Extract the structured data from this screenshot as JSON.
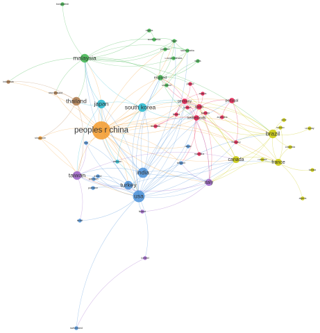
{
  "clusters": {
    "green": "#3cb44b",
    "red": "#e6194b",
    "yellow": "#c8c800",
    "blue": "#4a90d9",
    "cyan": "#22b8cf",
    "purple": "#9c5fc9",
    "orange": "#f39a2b",
    "brown": "#b07a4a"
  },
  "nodes": [
    {
      "id": "peoples-r-china",
      "label": "peoples r china",
      "cluster": "orange",
      "weight": 10
    },
    {
      "id": "usa",
      "label": "usa",
      "cluster": "blue",
      "weight": 6
    },
    {
      "id": "india",
      "label": "india",
      "cluster": "blue",
      "weight": 5
    },
    {
      "id": "turkey",
      "label": "turkey",
      "cluster": "blue",
      "weight": 4
    },
    {
      "id": "south-korea",
      "label": "south korea",
      "cluster": "cyan",
      "weight": 4
    },
    {
      "id": "japan",
      "label": "japan",
      "cluster": "cyan",
      "weight": 4
    },
    {
      "id": "malaysia",
      "label": "malaysia",
      "cluster": "green",
      "weight": 4
    },
    {
      "id": "thailand",
      "label": "thailand",
      "cluster": "brown",
      "weight": 4
    },
    {
      "id": "taiwan",
      "label": "taiwan",
      "cluster": "purple",
      "weight": 4
    },
    {
      "id": "brazil",
      "label": "brazil",
      "cluster": "yellow",
      "weight": 4
    },
    {
      "id": "canada",
      "label": "canada",
      "cluster": "yellow",
      "weight": 3
    },
    {
      "id": "france",
      "label": "france",
      "cluster": "yellow",
      "weight": 3
    },
    {
      "id": "italy",
      "label": "italy",
      "cluster": "purple",
      "weight": 3
    },
    {
      "id": "spain",
      "label": "spain",
      "cluster": "red",
      "weight": 2
    },
    {
      "id": "germany",
      "label": "germany",
      "cluster": "red",
      "weight": 2
    },
    {
      "id": "england",
      "label": "england",
      "cluster": "green",
      "weight": 2
    },
    {
      "id": "netherlands",
      "label": "netherlands",
      "cluster": "red",
      "weight": 2
    },
    {
      "id": "portugal",
      "label": "portugal",
      "cluster": "red",
      "weight": 2
    },
    {
      "id": "hungary",
      "label": "hungary",
      "cluster": "red",
      "weight": 1
    },
    {
      "id": "greece",
      "label": "greece",
      "cluster": "red",
      "weight": 1
    },
    {
      "id": "denmark",
      "label": "denmark",
      "cluster": "red",
      "weight": 1
    },
    {
      "id": "poland",
      "label": "poland",
      "cluster": "red",
      "weight": 1
    },
    {
      "id": "austria",
      "label": "austria",
      "cluster": "red",
      "weight": 1
    },
    {
      "id": "finland",
      "label": "finland",
      "cluster": "red",
      "weight": 1
    },
    {
      "id": "argentina",
      "label": "argentina",
      "cluster": "red",
      "weight": 1
    },
    {
      "id": "sweden",
      "label": "sweden",
      "cluster": "red",
      "weight": 1
    },
    {
      "id": "mauritius",
      "label": "mauritius",
      "cluster": "red",
      "weight": 1
    },
    {
      "id": "nepal",
      "label": "nepal",
      "cluster": "blue",
      "weight": 1
    },
    {
      "id": "belgium",
      "label": "belgium",
      "cluster": "blue",
      "weight": 1
    },
    {
      "id": "finland-2",
      "label": "finland",
      "cluster": "purple",
      "weight": 1
    },
    {
      "id": "iran",
      "label": "iran",
      "cluster": "blue",
      "weight": 1
    },
    {
      "id": "vietnam",
      "label": "vietnam",
      "cluster": "cyan",
      "weight": 1
    },
    {
      "id": "ireland",
      "label": "ireland",
      "cluster": "blue",
      "weight": 1
    },
    {
      "id": "pakistan",
      "label": "pakistan",
      "cluster": "blue",
      "weight": 1
    },
    {
      "id": "palestine",
      "label": "palestine",
      "cluster": "blue",
      "weight": 1
    },
    {
      "id": "israel",
      "label": "israel",
      "cluster": "blue",
      "weight": 1
    },
    {
      "id": "iceland",
      "label": "iceland",
      "cluster": "purple",
      "weight": 1
    },
    {
      "id": "switzerland",
      "label": "switzerland",
      "cluster": "blue",
      "weight": 1
    },
    {
      "id": "singapore",
      "label": "singapore",
      "cluster": "orange",
      "weight": 1
    },
    {
      "id": "new-zealand",
      "label": "new zealand",
      "cluster": "brown",
      "weight": 1
    },
    {
      "id": "indonesia",
      "label": "indonesia",
      "cluster": "brown",
      "weight": 1
    },
    {
      "id": "bangladesh",
      "label": "bangladesh",
      "cluster": "green",
      "weight": 1
    },
    {
      "id": "nigeria",
      "label": "nigeria",
      "cluster": "green",
      "weight": 1
    },
    {
      "id": "south-africa",
      "label": "south africa",
      "cluster": "green",
      "weight": 1
    },
    {
      "id": "egypt",
      "label": "egypt",
      "cluster": "green",
      "weight": 1
    },
    {
      "id": "pakistan-2",
      "label": "pakistan",
      "cluster": "green",
      "weight": 1
    },
    {
      "id": "saudi-arabia",
      "label": "saudi arabia",
      "cluster": "green",
      "weight": 1
    },
    {
      "id": "u-arab-emirates",
      "label": "u arab emirates",
      "cluster": "green",
      "weight": 1
    },
    {
      "id": "wales",
      "label": "wales",
      "cluster": "green",
      "weight": 1
    },
    {
      "id": "scotland",
      "label": "scotland",
      "cluster": "green",
      "weight": 1
    },
    {
      "id": "chile",
      "label": "chile",
      "cluster": "yellow",
      "weight": 1
    },
    {
      "id": "uruguay",
      "label": "uruguay",
      "cluster": "yellow",
      "weight": 1
    },
    {
      "id": "mexico",
      "label": "mexico",
      "cluster": "yellow",
      "weight": 1
    },
    {
      "id": "colombia",
      "label": "colombia",
      "cluster": "yellow",
      "weight": 1
    },
    {
      "id": "romania",
      "label": "romania",
      "cluster": "yellow",
      "weight": 1
    },
    {
      "id": "tunisia",
      "label": "tunisia",
      "cluster": "yellow",
      "weight": 1
    },
    {
      "id": "algeria",
      "label": "algeria",
      "cluster": "yellow",
      "weight": 1
    }
  ],
  "edges": [
    [
      "peoples-r-china",
      "usa"
    ],
    [
      "peoples-r-china",
      "india"
    ],
    [
      "peoples-r-china",
      "turkey"
    ],
    [
      "peoples-r-china",
      "south-korea"
    ],
    [
      "peoples-r-china",
      "japan"
    ],
    [
      "peoples-r-china",
      "malaysia"
    ],
    [
      "peoples-r-china",
      "thailand"
    ],
    [
      "peoples-r-china",
      "taiwan"
    ],
    [
      "peoples-r-china",
      "brazil"
    ],
    [
      "peoples-r-china",
      "canada"
    ],
    [
      "peoples-r-china",
      "france"
    ],
    [
      "peoples-r-china",
      "italy"
    ],
    [
      "peoples-r-china",
      "spain"
    ],
    [
      "peoples-r-china",
      "germany"
    ],
    [
      "peoples-r-china",
      "england"
    ],
    [
      "peoples-r-china",
      "netherlands"
    ],
    [
      "peoples-r-china",
      "portugal"
    ],
    [
      "peoples-r-china",
      "singapore"
    ],
    [
      "peoples-r-china",
      "denmark"
    ],
    [
      "peoples-r-china",
      "greece"
    ],
    [
      "peoples-r-china",
      "iran"
    ],
    [
      "peoples-r-china",
      "vietnam"
    ],
    [
      "peoples-r-china",
      "pakistan-2"
    ],
    [
      "peoples-r-china",
      "saudi-arabia"
    ],
    [
      "peoples-r-china",
      "new-zealand"
    ],
    [
      "peoples-r-china",
      "indonesia"
    ],
    [
      "peoples-r-china",
      "hungary"
    ],
    [
      "peoples-r-china",
      "nepal"
    ],
    [
      "peoples-r-china",
      "belgium"
    ],
    [
      "peoples-r-china",
      "egypt"
    ],
    [
      "usa",
      "india"
    ],
    [
      "usa",
      "turkey"
    ],
    [
      "usa",
      "south-korea"
    ],
    [
      "usa",
      "japan"
    ],
    [
      "usa",
      "malaysia"
    ],
    [
      "usa",
      "taiwan"
    ],
    [
      "usa",
      "brazil"
    ],
    [
      "usa",
      "canada"
    ],
    [
      "usa",
      "france"
    ],
    [
      "usa",
      "italy"
    ],
    [
      "usa",
      "spain"
    ],
    [
      "usa",
      "germany"
    ],
    [
      "usa",
      "england"
    ],
    [
      "usa",
      "finland-2"
    ],
    [
      "usa",
      "iceland"
    ],
    [
      "usa",
      "switzerland"
    ],
    [
      "usa",
      "israel"
    ],
    [
      "usa",
      "palestine"
    ],
    [
      "usa",
      "ireland"
    ],
    [
      "usa",
      "nepal"
    ],
    [
      "usa",
      "belgium"
    ],
    [
      "usa",
      "hungary"
    ],
    [
      "usa",
      "portugal"
    ],
    [
      "usa",
      "netherlands"
    ],
    [
      "india",
      "turkey"
    ],
    [
      "india",
      "south-korea"
    ],
    [
      "india",
      "malaysia"
    ],
    [
      "india",
      "saudi-arabia"
    ],
    [
      "india",
      "england"
    ],
    [
      "india",
      "taiwan"
    ],
    [
      "india",
      "japan"
    ],
    [
      "india",
      "canada"
    ],
    [
      "india",
      "italy"
    ],
    [
      "india",
      "egypt"
    ],
    [
      "india",
      "spain"
    ],
    [
      "india",
      "germany"
    ],
    [
      "turkey",
      "pakistan"
    ],
    [
      "turkey",
      "iran"
    ],
    [
      "turkey",
      "italy"
    ],
    [
      "turkey",
      "ireland"
    ],
    [
      "turkey",
      "taiwan"
    ],
    [
      "south-korea",
      "japan"
    ],
    [
      "south-korea",
      "malaysia"
    ],
    [
      "south-korea",
      "vietnam"
    ],
    [
      "south-korea",
      "germany"
    ],
    [
      "south-korea",
      "england"
    ],
    [
      "south-korea",
      "spain"
    ],
    [
      "south-korea",
      "netherlands"
    ],
    [
      "japan",
      "thailand"
    ],
    [
      "japan",
      "vietnam"
    ],
    [
      "japan",
      "malaysia"
    ],
    [
      "japan",
      "taiwan"
    ],
    [
      "malaysia",
      "thailand"
    ],
    [
      "malaysia",
      "indonesia"
    ],
    [
      "malaysia",
      "bangladesh"
    ],
    [
      "malaysia",
      "nigeria"
    ],
    [
      "malaysia",
      "saudi-arabia"
    ],
    [
      "malaysia",
      "pakistan-2"
    ],
    [
      "malaysia",
      "england"
    ],
    [
      "malaysia",
      "egypt"
    ],
    [
      "malaysia",
      "south-africa"
    ],
    [
      "malaysia",
      "u-arab-emirates"
    ],
    [
      "malaysia",
      "brazil"
    ],
    [
      "malaysia",
      "new-zealand"
    ],
    [
      "thailand",
      "taiwan"
    ],
    [
      "thailand",
      "new-zealand"
    ],
    [
      "thailand",
      "singapore"
    ],
    [
      "thailand",
      "indonesia"
    ],
    [
      "taiwan",
      "canada"
    ],
    [
      "taiwan",
      "iran"
    ],
    [
      "taiwan",
      "israel"
    ],
    [
      "taiwan",
      "italy"
    ],
    [
      "brazil",
      "canada"
    ],
    [
      "brazil",
      "france"
    ],
    [
      "brazil",
      "portugal"
    ],
    [
      "brazil",
      "spain"
    ],
    [
      "brazil",
      "chile"
    ],
    [
      "brazil",
      "uruguay"
    ],
    [
      "brazil",
      "mexico"
    ],
    [
      "brazil",
      "colombia"
    ],
    [
      "brazil",
      "italy"
    ],
    [
      "brazil",
      "germany"
    ],
    [
      "brazil",
      "argentina"
    ],
    [
      "brazil",
      "hungary"
    ],
    [
      "brazil",
      "netherlands"
    ],
    [
      "france",
      "canada"
    ],
    [
      "france",
      "romania"
    ],
    [
      "france",
      "tunisia"
    ],
    [
      "france",
      "algeria"
    ],
    [
      "france",
      "italy"
    ],
    [
      "france",
      "spain"
    ],
    [
      "france",
      "germany"
    ],
    [
      "france",
      "colombia"
    ],
    [
      "france",
      "mexico"
    ],
    [
      "canada",
      "italy"
    ],
    [
      "canada",
      "germany"
    ],
    [
      "canada",
      "spain"
    ],
    [
      "canada",
      "england"
    ],
    [
      "spain",
      "portugal"
    ],
    [
      "spain",
      "germany"
    ],
    [
      "spain",
      "greece"
    ],
    [
      "spain",
      "netherlands"
    ],
    [
      "spain",
      "italy"
    ],
    [
      "spain",
      "austria"
    ],
    [
      "spain",
      "argentina"
    ],
    [
      "spain",
      "poland"
    ],
    [
      "spain",
      "england"
    ],
    [
      "germany",
      "england"
    ],
    [
      "germany",
      "netherlands"
    ],
    [
      "germany",
      "poland"
    ],
    [
      "germany",
      "austria"
    ],
    [
      "germany",
      "finland"
    ],
    [
      "germany",
      "denmark"
    ],
    [
      "germany",
      "greece"
    ],
    [
      "germany",
      "italy"
    ],
    [
      "england",
      "saudi-arabia"
    ],
    [
      "england",
      "scotland"
    ],
    [
      "england",
      "wales"
    ],
    [
      "england",
      "pakistan-2"
    ],
    [
      "england",
      "egypt"
    ],
    [
      "england",
      "poland"
    ],
    [
      "england",
      "netherlands"
    ],
    [
      "netherlands",
      "belgium"
    ],
    [
      "netherlands",
      "denmark"
    ],
    [
      "netherlands",
      "hungary"
    ],
    [
      "netherlands",
      "mauritius"
    ],
    [
      "netherlands",
      "sweden"
    ],
    [
      "portugal",
      "argentina"
    ],
    [
      "portugal",
      "hungary"
    ],
    [
      "egypt",
      "saudi-arabia"
    ],
    [
      "egypt",
      "pakistan-2"
    ],
    [
      "egypt",
      "south-africa"
    ],
    [
      "saudi-arabia",
      "u-arab-emirates"
    ],
    [
      "saudi-arabia",
      "pakistan-2"
    ],
    [
      "nigeria",
      "south-africa"
    ],
    [
      "wales",
      "scotland"
    ],
    [
      "italy",
      "finland-2"
    ],
    [
      "italy",
      "greece"
    ],
    [
      "italy",
      "belgium"
    ],
    [
      "iceland",
      "switzerland"
    ],
    [
      "singapore",
      "taiwan"
    ],
    [
      "singapore",
      "usa"
    ],
    [
      "vietnam",
      "usa"
    ],
    [
      "iran",
      "usa"
    ]
  ]
}
